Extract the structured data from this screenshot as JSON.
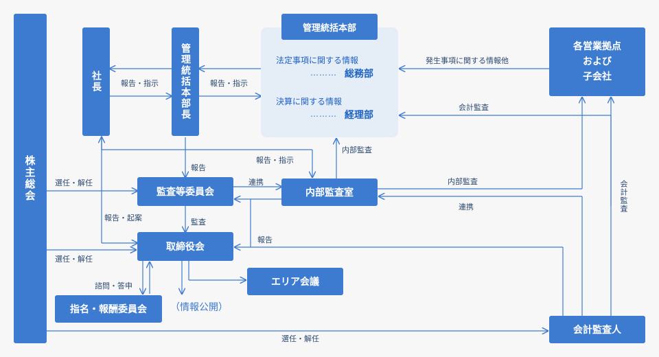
{
  "boxes": {
    "shareholders": "株主総会",
    "president": "社長",
    "gm_head": "管理統括本部長",
    "gm_division": "管理統括本部",
    "sites": [
      "各営業拠点",
      "および",
      "子会社"
    ],
    "audit_committee": "監査等委員会",
    "internal_audit": "内部監査室",
    "board": "取締役会",
    "area_meeting": "エリア会議",
    "nomination": "指名・報酬委員会",
    "accounting_auditor": "会計監査人"
  },
  "division_items": {
    "legal_info": "法定事項に関する情報",
    "general_affairs": "総務部",
    "closing_info": "決算に関する情報",
    "accounting": "経理部",
    "dots": "………"
  },
  "labels": {
    "report_instruct_1": "報告・指示",
    "report_instruct_2": "報告・指示",
    "report_instruct_3": "報告・指示",
    "incident_info": "発生事項に関する情報他",
    "financial_audit_1": "会計監査",
    "financial_audit_v": "会計監査",
    "internal_audit_1": "内部監査",
    "internal_audit_2": "内部監査",
    "report_1": "報告",
    "report_2": "報告",
    "elect_1": "選任・解任",
    "elect_2": "選任・解任",
    "elect_3": "選任・解任",
    "liaison_1": "連携",
    "liaison_2": "連携",
    "report_propose": "報告・起案",
    "audit": "監査",
    "consult": "諮問・答申",
    "disclosure": "（情報公開）"
  }
}
